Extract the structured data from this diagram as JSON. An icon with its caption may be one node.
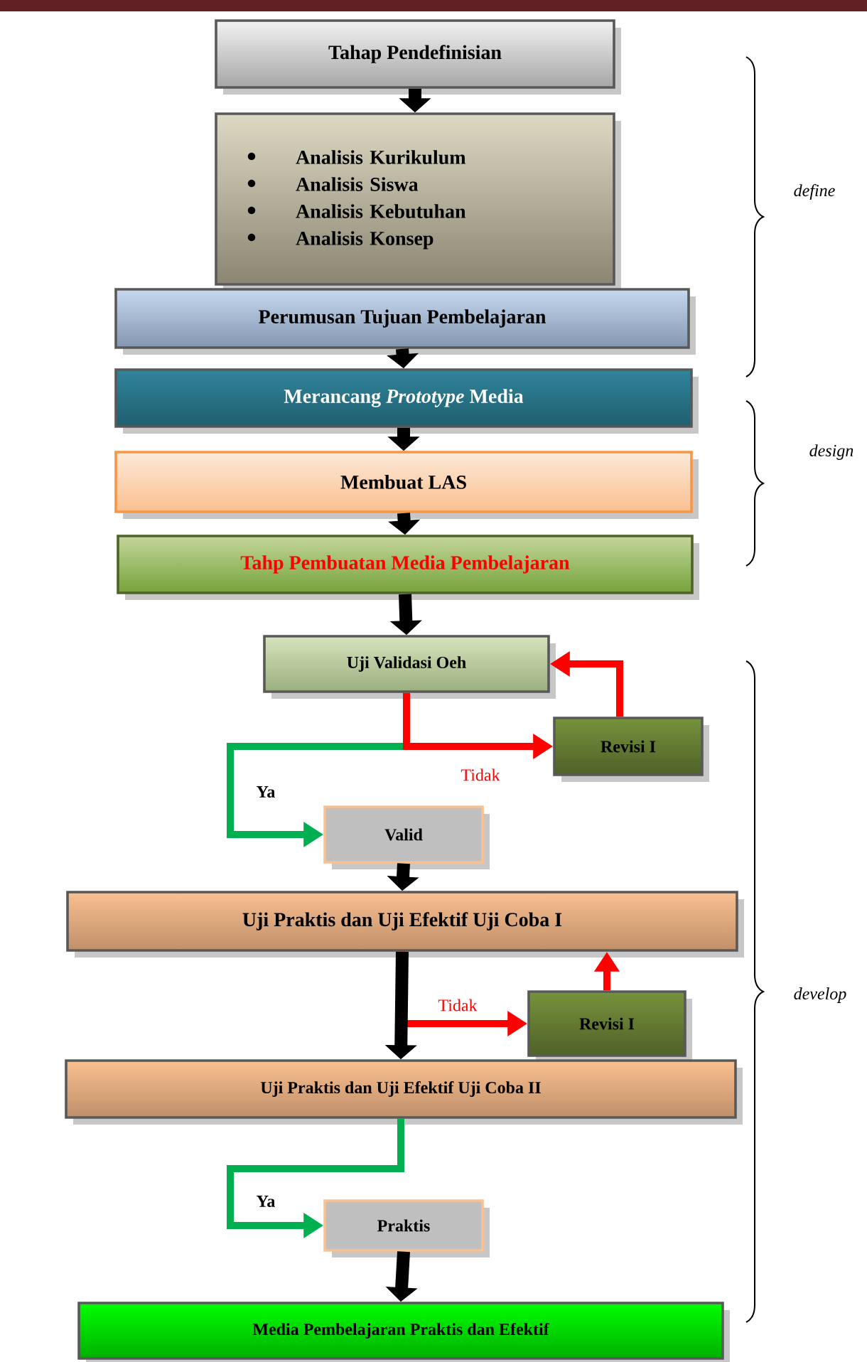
{
  "diagram": {
    "nodes": [
      {
        "text": [
          "Tahap Pendefinisian"
        ]
      },
      {
        "text": [
          "Analisis Kurikulum",
          "Analisis Siswa",
          "Analisis Kebutuhan",
          "Analisis Konsep"
        ]
      },
      {
        "text": [
          "Perumusan Tujuan  Pembelajaran"
        ]
      },
      {
        "text": [
          "Merancang *Prototype* Media"
        ]
      },
      {
        "text": [
          "Membuat LAS"
        ]
      },
      {
        "text": [
          "Tahp Pembuatan Media  Pembelajaran"
        ]
      },
      {
        "text": [
          "Uji Validasi Oeh"
        ]
      },
      {
        "text": [
          "Revisi I"
        ]
      },
      {
        "text": [
          "Valid"
        ]
      },
      {
        "text": [
          "Uji Praktis dan Uji Efektif Uji Coba I"
        ]
      },
      {
        "text": [
          "Revisi I"
        ]
      },
      {
        "text": [
          "Uji Praktis dan Uji Efektif Uji Coba II"
        ]
      },
      {
        "text": [
          "Praktis"
        ]
      },
      {
        "text": [
          "Media Pembelajaran Praktis dan Efektif"
        ]
      }
    ],
    "edges": [
      {
        "from": 0,
        "to": 1,
        "arrow": "to"
      },
      {
        "from": 2,
        "to": 3,
        "arrow": "to"
      },
      {
        "from": 3,
        "to": 4,
        "arrow": "to"
      },
      {
        "from": 4,
        "to": 5,
        "arrow": "to"
      },
      {
        "from": 5,
        "to": 6,
        "arrow": "to"
      },
      {
        "from": 6,
        "to": 8,
        "arrow": "to",
        "label": "Ya",
        "color": "#00b050"
      },
      {
        "from": 6,
        "to": 7,
        "arrow": "to",
        "label": "Tidak",
        "color": "#ff0000"
      },
      {
        "from": 7,
        "to": 6,
        "arrow": "to",
        "color": "#ff0000"
      },
      {
        "from": 8,
        "to": 9,
        "arrow": "to"
      },
      {
        "from": 9,
        "to": 10,
        "arrow": "to",
        "label": "Tidak",
        "color": "#ff0000"
      },
      {
        "from": 10,
        "to": 9,
        "arrow": "to",
        "color": "#ff0000"
      },
      {
        "from": 9,
        "to": 11,
        "arrow": "to"
      },
      {
        "from": 11,
        "to": 12,
        "arrow": "to",
        "label": "Ya",
        "color": "#00b050"
      },
      {
        "from": 12,
        "to": 13,
        "arrow": "to"
      }
    ],
    "labels": [
      "define",
      "design",
      "develop"
    ]
  }
}
